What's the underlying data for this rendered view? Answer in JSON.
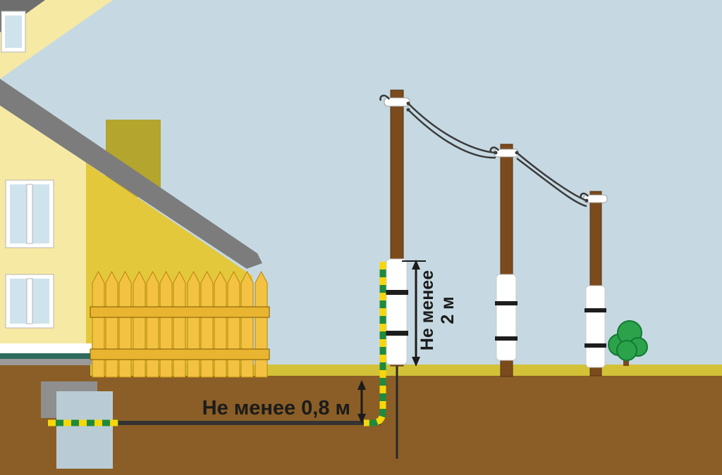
{
  "annotations": {
    "pole_clearance": {
      "line1": "Не менее",
      "line2": "2 м"
    },
    "burial_depth": {
      "text": "Не менее 0,8 м"
    }
  },
  "colors": {
    "sky": "#c6d9e2",
    "soil": "#8a5e26",
    "grass": "#d3c238",
    "wall": "#f6e9a3",
    "gable": "#e4c83c",
    "roof": "#7c7c7c",
    "chimney": "#b3a52e",
    "fence": "#f4c242",
    "rail": "#e9b42f",
    "pole": "#7b4b1d",
    "tube": "#ffffff",
    "wire": "#3b3b3b",
    "cable-yellow": "#f7d70a",
    "cable-green": "#1f8a3c",
    "ink": "#1b1b1b",
    "tree": "#2ca24a",
    "basement": "#b9ccd5",
    "foundation": "#8f8f8f",
    "window": "#cfe3ed",
    "plinth-teal": "#2f6b5c"
  }
}
